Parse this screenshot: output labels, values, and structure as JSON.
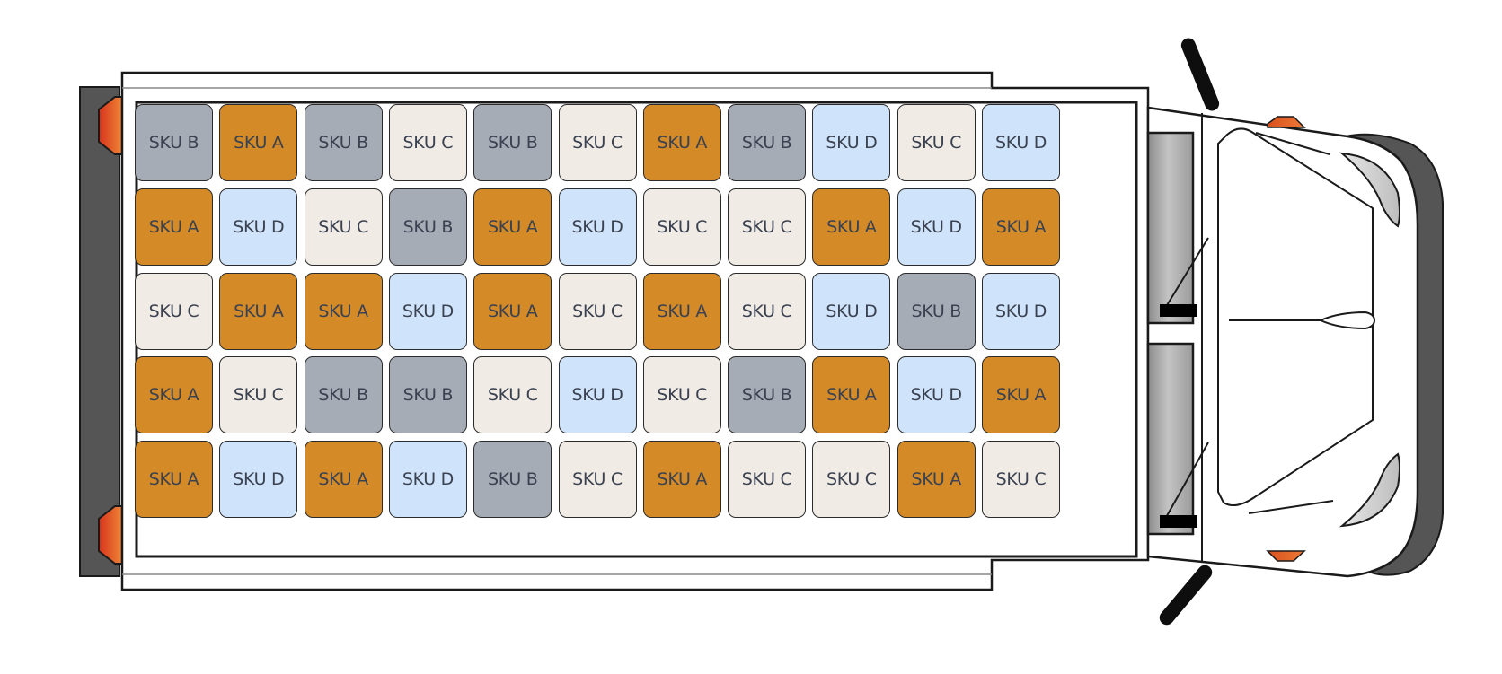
{
  "diagram": {
    "title": "",
    "vehicle": "van-top-view",
    "orientation": "cab-right",
    "rows": 5,
    "columns": 11
  },
  "legend_colors": {
    "SKU A": "#d38a27",
    "SKU B": "#a5acb6",
    "SKU C": "#f1ebe5",
    "SKU D": "#cfe4fb"
  },
  "cargo_grid": [
    [
      "SKU B",
      "SKU A",
      "SKU B",
      "SKU C",
      "SKU B",
      "SKU C",
      "SKU A",
      "SKU B",
      "SKU D",
      "SKU C",
      "SKU D"
    ],
    [
      "SKU A",
      "SKU D",
      "SKU C",
      "SKU B",
      "SKU A",
      "SKU D",
      "SKU C",
      "SKU C",
      "SKU A",
      "SKU D",
      "SKU A"
    ],
    [
      "SKU C",
      "SKU A",
      "SKU A",
      "SKU D",
      "SKU A",
      "SKU C",
      "SKU A",
      "SKU C",
      "SKU D",
      "SKU B",
      "SKU D"
    ],
    [
      "SKU A",
      "SKU C",
      "SKU B",
      "SKU B",
      "SKU C",
      "SKU D",
      "SKU C",
      "SKU B",
      "SKU A",
      "SKU D",
      "SKU A"
    ],
    [
      "SKU A",
      "SKU D",
      "SKU A",
      "SKU D",
      "SKU B",
      "SKU C",
      "SKU A",
      "SKU C",
      "SKU C",
      "SKU A",
      "SKU C"
    ]
  ],
  "colors": {
    "bumper": "#555555",
    "outline": "#1a1a1a",
    "taillight_start": "#d7321c",
    "taillight_end": "#f2923a",
    "indicator": "#e0642a",
    "mirror": "#111111",
    "window_gray": "#b8b8b8"
  }
}
